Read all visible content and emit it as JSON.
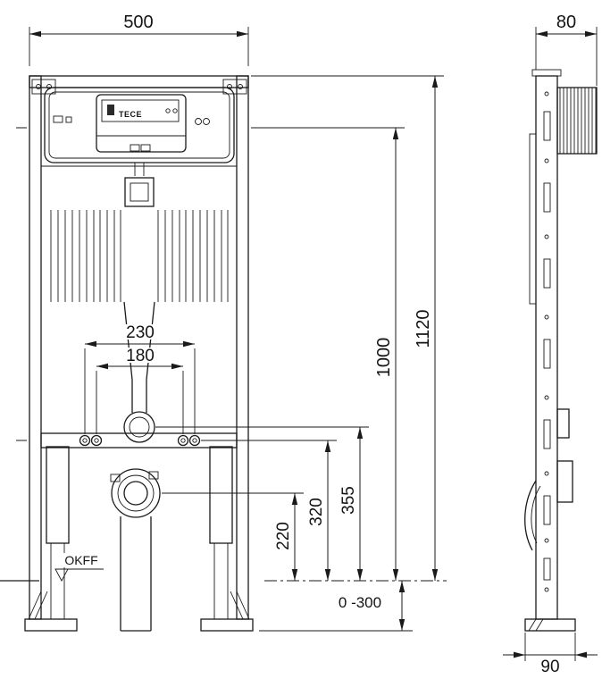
{
  "drawing": {
    "brand": "TECE",
    "floor_label": "OKFF",
    "dims": {
      "front_width": "500",
      "depth_top": "80",
      "fixing_width_outer": "230",
      "fixing_width_inner": "180",
      "height_total": "1120",
      "height_actuation": "1000",
      "height_flush_pipe": "355",
      "height_fixing": "320",
      "height_waste": "220",
      "foot_adjustment": "0 -300",
      "depth_bottom": "90"
    }
  }
}
